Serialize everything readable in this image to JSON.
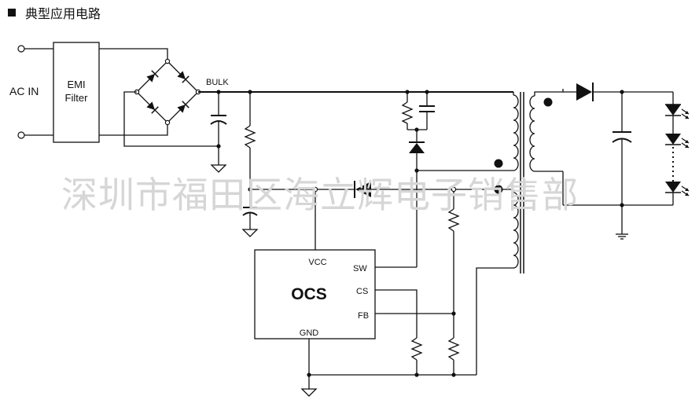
{
  "heading": {
    "title": "典型应用电路"
  },
  "labels": {
    "ac_in": "AC IN",
    "emi_line1": "EMI",
    "emi_line2": "Filter",
    "bulk": "BULK",
    "chip_name": "OCS",
    "pin_vcc": "VCC",
    "pin_sw": "SW",
    "pin_cs": "CS",
    "pin_fb": "FB",
    "pin_gnd": "GND"
  },
  "watermark": {
    "text": "深圳市福田区海立辉电子销售部"
  }
}
